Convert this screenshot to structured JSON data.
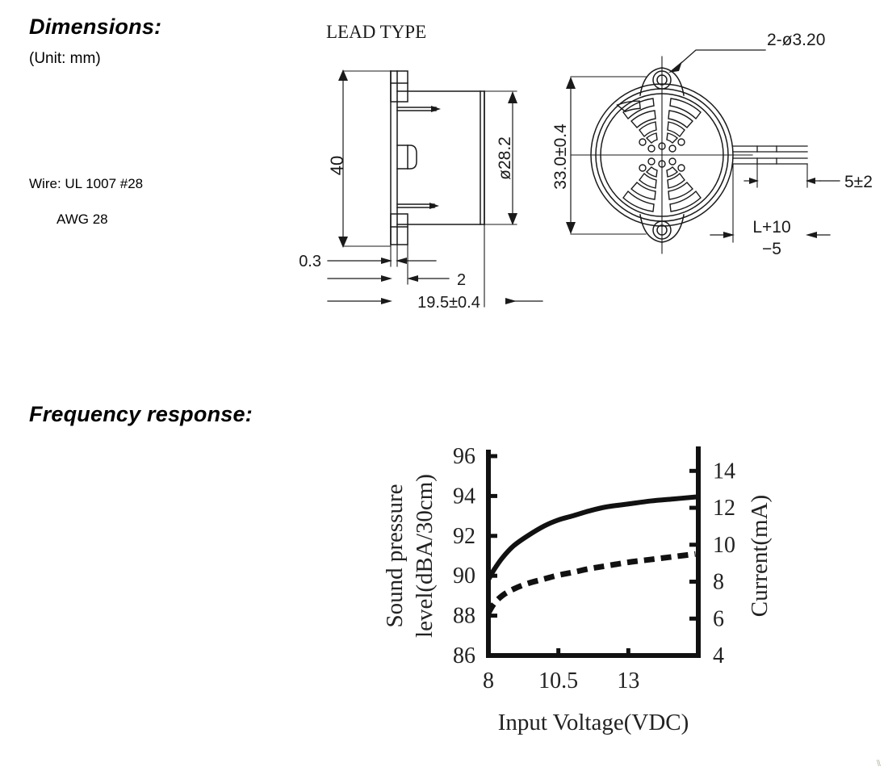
{
  "document": {
    "dimensions_heading": "Dimensions:",
    "unit_note": "(Unit: mm)",
    "wire_spec_line1": "Wire: UL 1007 #28",
    "wire_spec_line2": "AWG 28",
    "frequency_heading": "Frequency response:",
    "corner_mark": "\\\\"
  },
  "drawing": {
    "view_label": "LEAD TYPE",
    "side_view": {
      "height_dim": "40",
      "body_diameter_dim": "ø28.2",
      "flange_thickness_dim": "0.3",
      "tab_dim": "2",
      "depth_dim": "19.5±0.4"
    },
    "front_view": {
      "hole_callout": "2-ø3.20",
      "width_dim": "33.0±0.4",
      "strip_length_dim": "5±2",
      "lead_length_dim_top": "L+10",
      "lead_length_dim_bottom": "−5"
    }
  },
  "chart_data": {
    "type": "line",
    "title": "",
    "xlabel": "Input Voltage(VDC)",
    "ylabel": "Sound pressure level(dBA/30cm)",
    "y2label": "Current(mA)",
    "xticks": [
      8,
      10.5,
      13
    ],
    "xticklabels": [
      "8",
      "10.5",
      "13"
    ],
    "yticks": [
      86,
      88,
      90,
      92,
      94,
      96
    ],
    "yticklabels": [
      "86",
      "88",
      "90",
      "92",
      "94",
      "96"
    ],
    "y2ticks": [
      4,
      6,
      8,
      10,
      12,
      14
    ],
    "y2ticklabels": [
      "4",
      "6",
      "8",
      "10",
      "12",
      "14"
    ],
    "xlim": [
      8,
      15.5
    ],
    "ylim": [
      86,
      96
    ],
    "y2lim": [
      4,
      14.8
    ],
    "grid": false,
    "legend": "none",
    "series": [
      {
        "name": "Sound pressure level",
        "axis": "left",
        "style": "solid",
        "x": [
          8,
          8.2,
          8.5,
          8.9,
          9.4,
          10,
          10.5,
          11,
          11.6,
          12.2,
          13,
          13.8,
          14.6,
          15.4
        ],
        "values": [
          89.8,
          90.3,
          90.9,
          91.5,
          92.0,
          92.5,
          92.8,
          93.0,
          93.25,
          93.45,
          93.6,
          93.75,
          93.85,
          93.95
        ]
      },
      {
        "name": "Current",
        "axis": "right",
        "style": "dashed",
        "x": [
          8,
          8.2,
          8.5,
          8.9,
          9.4,
          10,
          10.5,
          11,
          11.6,
          12.2,
          13,
          13.8,
          14.6,
          15.4
        ],
        "values": [
          6.3,
          6.8,
          7.25,
          7.6,
          7.9,
          8.15,
          8.35,
          8.5,
          8.7,
          8.85,
          9.05,
          9.2,
          9.35,
          9.5
        ]
      }
    ]
  }
}
